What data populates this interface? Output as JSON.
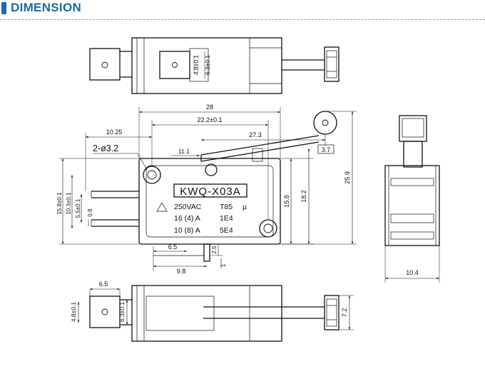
{
  "header": {
    "title": "DIMENSION",
    "accent_color": "#1a6aa5"
  },
  "top_view": {
    "dim_height": "4.8±0.1",
    "dim_width": "6.3±0.1"
  },
  "front_view": {
    "dim_overall_length": "28",
    "dim_hole_pitch": "22.2±0.1",
    "dim_lever_length": "27.3",
    "dim_terminal_offset": "10.25",
    "dim_mount_holes": "2-ø3.2",
    "dim_lever_gap": "11.1",
    "dim_roller": "3.7",
    "dim_left_15_8": "15.8±0.1",
    "dim_left_10_3": "10.3±0.1",
    "dim_left_5_5": "5.5±0.1",
    "dim_left_0_8": "0.8",
    "dim_right_15_8": "15.8",
    "dim_right_18_2": "18.2",
    "dim_right_25_9": "25.9",
    "dim_bottom_6_5": "6.5",
    "dim_bottom_9_8": "9.8",
    "dim_bottom_2_5": "2.5",
    "dim_bottom_1": "1",
    "model_label": "KWQ-X03A",
    "rating_line1_left": "250VAC",
    "rating_line1_right": "T85",
    "rating_line1_mark": "µ",
    "rating_line2_left": "16 (4) A",
    "rating_line2_right": "1E4",
    "rating_line3_left": "10 (8) A",
    "rating_line3_right": "5E4"
  },
  "side_view": {
    "dim_depth": "10.4"
  },
  "bottom_view": {
    "dim_terminal_length": "6.5",
    "dim_height": "4.8±0.1",
    "dim_width": "6.3±0.1",
    "dim_roller_width": "7.2"
  }
}
